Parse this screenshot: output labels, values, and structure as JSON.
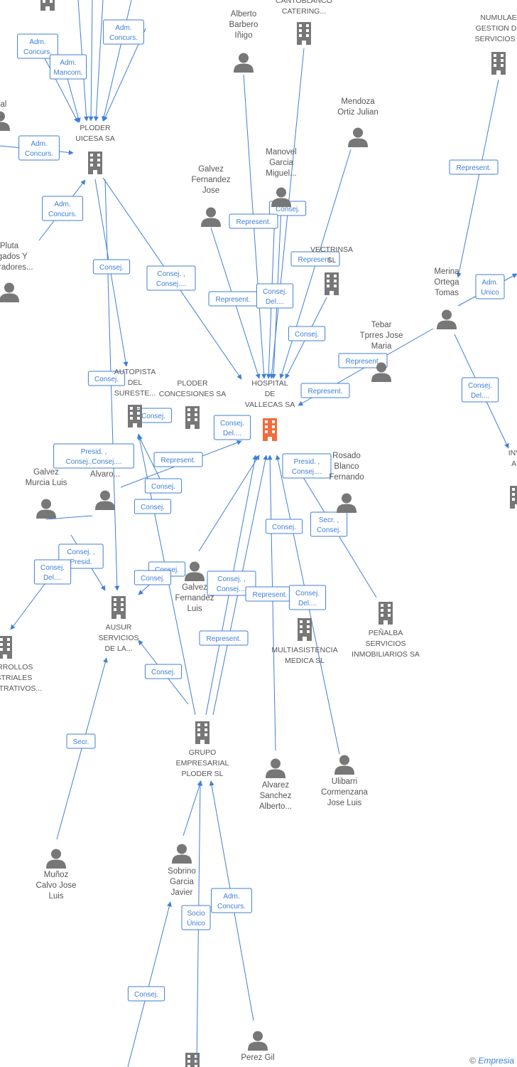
{
  "colors": {
    "edge": "#3f7fd6",
    "node": "#777777",
    "focus": "#f26b3a",
    "text": "#555555"
  },
  "copyright": {
    "symbol": "©",
    "brand": "Empresia"
  },
  "nodes": [
    {
      "id": "hospital",
      "type": "company",
      "focus": true,
      "label": [
        "HOSPITAL",
        "DE",
        "VALLECAS SA"
      ]
    },
    {
      "id": "ploder_uicesa",
      "type": "company",
      "label": [
        "PLODER",
        "UICESA SA"
      ]
    },
    {
      "id": "cantoblanco",
      "type": "company",
      "label": [
        "CANTOBLANCO",
        "CATERING..."
      ]
    },
    {
      "id": "numulae",
      "type": "company",
      "label": [
        "NUMULAE",
        "GESTION DE",
        "SERVICIOS S"
      ]
    },
    {
      "id": "vectrinsa",
      "type": "company",
      "label": [
        "VECTRINSA",
        "SL"
      ]
    },
    {
      "id": "autopista",
      "type": "company",
      "label": [
        "AUTOPISTA",
        "DEL",
        "SURESTE..."
      ]
    },
    {
      "id": "ploder_concesiones",
      "type": "company",
      "label": [
        "PLODER",
        "CONCESIONES SA"
      ]
    },
    {
      "id": "ausur",
      "type": "company",
      "label": [
        "AUSUR",
        "SERVICIOS",
        "DE LA..."
      ]
    },
    {
      "id": "multiasistencia",
      "type": "company",
      "label": [
        "MULTIASISTENCIA",
        "MEDICA SL"
      ]
    },
    {
      "id": "penalba",
      "type": "company",
      "label": [
        "PEÑALBA",
        "SERVICIOS",
        "INMOBILIARIOS SA"
      ]
    },
    {
      "id": "desarrollos",
      "type": "company",
      "label": [
        "DESARROLLOS",
        "INDUSTRIALES",
        "ADMINISTRATIVOS..."
      ]
    },
    {
      "id": "grupo_ploder",
      "type": "company",
      "label": [
        "GRUPO",
        "EMPRESARIAL",
        "PLODER SL"
      ]
    },
    {
      "id": "top_company",
      "type": "company",
      "label": []
    },
    {
      "id": "bottom_company",
      "type": "company",
      "label": []
    },
    {
      "id": "inve",
      "type": "company",
      "label": [
        "INVE",
        "AM"
      ]
    },
    {
      "id": "alberto_barbero",
      "type": "person",
      "label": [
        "Alberto",
        "Barbero",
        "Iñigo"
      ]
    },
    {
      "id": "mendoza",
      "type": "person",
      "label": [
        "Mendoza",
        "Ortiz Julian"
      ]
    },
    {
      "id": "manovel",
      "type": "person",
      "label": [
        "Manovel",
        "Garcia",
        "Miguel..."
      ]
    },
    {
      "id": "galvez_jose",
      "type": "person",
      "label": [
        "Galvez",
        "Fernandez",
        "Jose"
      ]
    },
    {
      "id": "merina",
      "type": "person",
      "label": [
        "Merina",
        "Ortega",
        "Tomas"
      ]
    },
    {
      "id": "tebar",
      "type": "person",
      "label": [
        "Tebar",
        "Tprres Jose",
        "Maria"
      ]
    },
    {
      "id": "pluta",
      "type": "person",
      "label": [
        "Pluta",
        "...gados Y",
        "...stradores..."
      ]
    },
    {
      "id": "galvez_murcia",
      "type": "person",
      "label": [
        "Galvez",
        "Murcia Luis"
      ]
    },
    {
      "id": "alvaro",
      "type": "person",
      "label": [
        "Alvaro..."
      ]
    },
    {
      "id": "rosado",
      "type": "person",
      "label": [
        "Rosado",
        "Blanco",
        "Fernando"
      ]
    },
    {
      "id": "galvez_luis",
      "type": "person",
      "label": [
        "Galvez",
        "Fernandez",
        "Luis"
      ]
    },
    {
      "id": "alvarez",
      "type": "person",
      "label": [
        "Alvarez",
        "Sanchez",
        "Alberto..."
      ]
    },
    {
      "id": "ulibarri",
      "type": "person",
      "label": [
        "Ulibarri",
        "Cormenzana",
        "Jose Luis"
      ]
    },
    {
      "id": "munoz",
      "type": "person",
      "label": [
        "Muñoz",
        "Calvo Jose",
        "Luis"
      ]
    },
    {
      "id": "sobrino",
      "type": "person",
      "label": [
        "Sobrino",
        "Garcia",
        "Javier"
      ]
    },
    {
      "id": "perez_gil",
      "type": "person",
      "label": [
        "Perez Gil"
      ]
    },
    {
      "id": "left_top_person",
      "type": "person",
      "label": [
        "...al",
        "..."
      ]
    }
  ],
  "edge_labels": [
    [
      "Adm.",
      "Concurs."
    ],
    [
      "Adm.",
      "Concurs."
    ],
    [
      "Adm.",
      "Mancom."
    ],
    [
      "Adm.",
      "Concurs."
    ],
    [
      "Adm.",
      "Concurs."
    ],
    [
      "Consej."
    ],
    [
      "Consej. ,",
      "Consej...."
    ],
    [
      "Represent."
    ],
    [
      "Consej."
    ],
    [
      "Represent."
    ],
    [
      "Represent."
    ],
    [
      "Consej.",
      "Del...."
    ],
    [
      "Consej."
    ],
    [
      "Represent."
    ],
    [
      "Represent."
    ],
    [
      "Represent."
    ],
    [
      "Adm.",
      "Unico"
    ],
    [
      "Consej.",
      "Del...."
    ],
    [
      "Consej."
    ],
    [
      "Consej."
    ],
    [
      "Consej.",
      "Del...."
    ],
    [
      "Presid. ,",
      "Consej.,Consej...."
    ],
    [
      "Represent."
    ],
    [
      "Consej."
    ],
    [
      "Consej."
    ],
    [
      "Consej.",
      "Del...."
    ],
    [
      "Presid. ,",
      "Consej...."
    ],
    [
      "Secr. ,",
      "Consej."
    ],
    [
      "Consej."
    ],
    [
      "Consej. ,",
      "Presid."
    ],
    [
      "Consej.",
      "Del...."
    ],
    [
      "Consej."
    ],
    [
      "Consej."
    ],
    [
      "Consej. ,",
      "Consej...."
    ],
    [
      "Represent."
    ],
    [
      "Consej.",
      "Del...."
    ],
    [
      "Represent."
    ],
    [
      "Consej."
    ],
    [
      "Secr."
    ],
    [
      "Adm.",
      "Concurs."
    ],
    [
      "Socio",
      "Único"
    ],
    [
      "Consej."
    ]
  ]
}
